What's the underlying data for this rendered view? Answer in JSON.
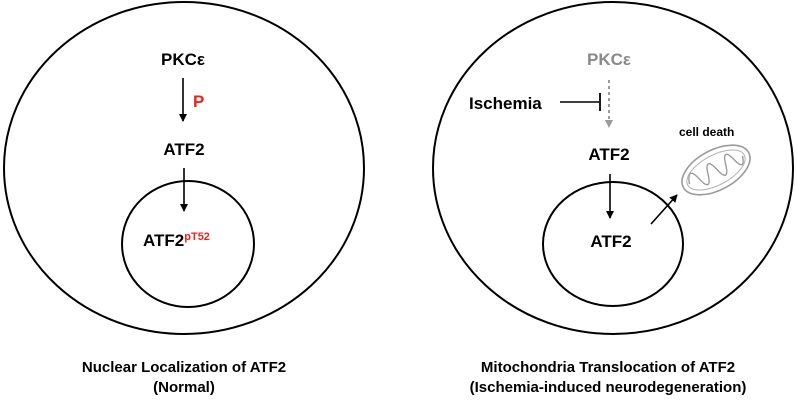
{
  "left_panel": {
    "kinase_label": "PKCε",
    "phospho_label": "P",
    "protein_label": "ATF2",
    "nuclear_protein_label": "ATF2",
    "nuclear_superscript": "pT52",
    "caption_line1": "Nuclear Localization of ATF2",
    "caption_line2": "(Normal)"
  },
  "right_panel": {
    "kinase_label": "PKCε",
    "inhibitor_label": "Ischemia",
    "protein_label": "ATF2",
    "nuclear_protein_label": "ATF2",
    "cell_death_label": "cell death",
    "caption_line1": "Mitochondria Translocation of ATF2",
    "caption_line2": "(Ischemia-induced neurodegeneration)"
  },
  "colors": {
    "phospho_red": "#e8251c",
    "inactive_gray": "#8a8a8a",
    "mito_gray": "#9a9a9a",
    "line": "#000000"
  }
}
